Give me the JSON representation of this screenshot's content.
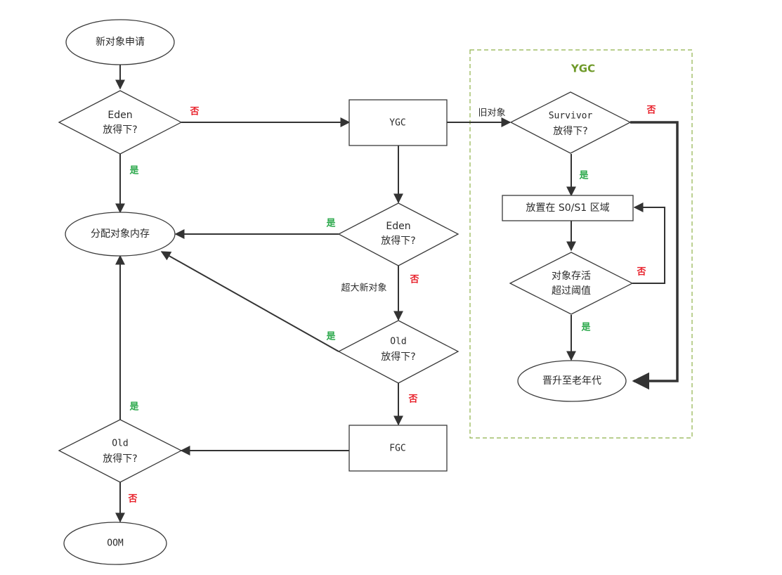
{
  "colors": {
    "yes": "#2aa84a",
    "no": "#e8202a",
    "group": "#6f9a2a",
    "line": "#333333"
  },
  "group": {
    "title": "YGC"
  },
  "nodes": {
    "new_request": "新对象申请",
    "eden1_l1": "Eden",
    "eden1_l2": "放得下?",
    "alloc": "分配对象内存",
    "ygc": "YGC",
    "eden2_l1": "Eden",
    "eden2_l2": "放得下?",
    "old1_l1": "Old",
    "old1_l2": "放得下?",
    "fgc": "FGC",
    "old2_l1": "Old",
    "old2_l2": "放得下?",
    "oom": "OOM",
    "survivor_l1": "Survivor",
    "survivor_l2": "放得下?",
    "s0s1": "放置在 S0/S1 区域",
    "threshold_l1": "对象存活",
    "threshold_l2": "超过阈值",
    "promote": "晋升至老年代"
  },
  "edge_labels": {
    "yes": "是",
    "no": "否",
    "old_object": "旧对象",
    "huge_object": "超大新对象"
  }
}
